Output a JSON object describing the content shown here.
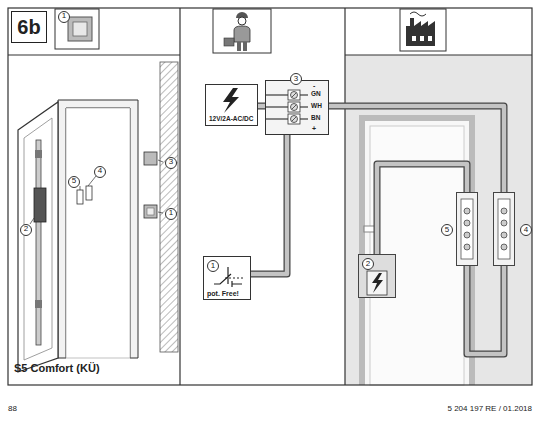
{
  "diagram": {
    "title": "6b",
    "nodes": [
      {
        "text": [
          "12V/2A-AC/DC"
        ]
      },
      {
        "text": [
          "3",
          "-",
          "GN",
          "WH",
          "BN",
          "+"
        ]
      },
      {
        "text": [
          "1",
          "pot. Free!"
        ]
      },
      {
        "text": [
          "2"
        ]
      },
      {
        "text": [
          "5"
        ]
      },
      {
        "text": [
          "4"
        ]
      }
    ],
    "edges": [
      {
        "from": 0,
        "to": 1,
        "arrow": "none"
      },
      {
        "from": 2,
        "to": 1,
        "arrow": "none"
      },
      {
        "from": 1,
        "to": 5,
        "arrow": "none"
      },
      {
        "from": 5,
        "to": 4,
        "arrow": "none"
      },
      {
        "from": 4,
        "to": 3,
        "arrow": "none"
      }
    ],
    "labels": [
      "1",
      "1",
      "2",
      "3",
      "4",
      "5",
      "S5 Comfort (KÜ)",
      "88",
      "5 204 197 RE / 01.2018"
    ]
  }
}
